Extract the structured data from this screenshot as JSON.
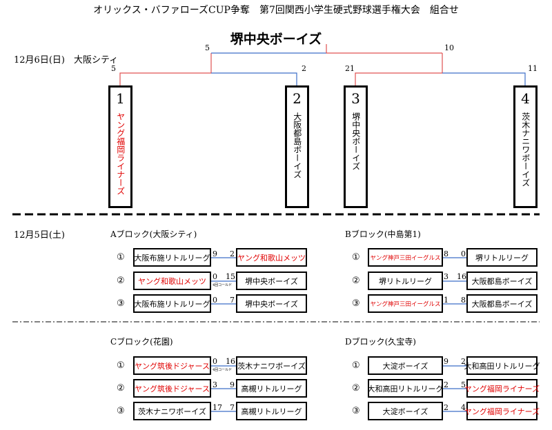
{
  "title": "オリックス・バファローズCUP争奪　第7回関西小学生硬式野球選手権大会　組合せ",
  "final": {
    "date": "12月6日(日)　大阪シティ",
    "champion": "堺中央ボーイズ",
    "scores": {
      "final_left": "5",
      "final_right": "10",
      "semi1_left": "5",
      "semi1_right": "2",
      "semi2_left": "21",
      "semi2_right": "11"
    },
    "teams": [
      {
        "num": "1",
        "name": "ヤング福岡ライナーズ",
        "highlight": true
      },
      {
        "num": "2",
        "name": "大阪都島ボーイズ",
        "highlight": false
      },
      {
        "num": "3",
        "name": "堺中央ボーイズ",
        "highlight": false
      },
      {
        "num": "4",
        "name": "茨木ナニワボーイズ",
        "highlight": false
      }
    ]
  },
  "prelim": {
    "date": "12月5日(土)",
    "blocks": [
      {
        "title": "Aブロック(大阪シティ)",
        "matches": [
          {
            "mark": "①",
            "left": "大阪布施リトルリーグ",
            "left_red": false,
            "ls": "9",
            "rs": "2",
            "note": "",
            "right": "ヤング和歌山メッツ",
            "right_red": true
          },
          {
            "mark": "②",
            "left": "ヤング和歌山メッツ",
            "left_red": true,
            "ls": "0",
            "rs": "15",
            "note": "4回コールド",
            "right": "堺中央ボーイズ",
            "right_red": false
          },
          {
            "mark": "③",
            "left": "大阪布施リトルリーグ",
            "left_red": false,
            "ls": "0",
            "rs": "7",
            "note": "",
            "right": "堺中央ボーイズ",
            "right_red": false
          }
        ]
      },
      {
        "title": "Bブロック(中島第1)",
        "matches": [
          {
            "mark": "①",
            "left": "ヤング神戸三田イーグルス",
            "left_red": true,
            "ls": "8",
            "rs": "0",
            "note": "",
            "right": "堺リトルリーグ",
            "right_red": false
          },
          {
            "mark": "②",
            "left": "堺リトルリーグ",
            "left_red": false,
            "ls": "3",
            "rs": "16",
            "note": "",
            "right": "大阪都島ボーイズ",
            "right_red": false
          },
          {
            "mark": "③",
            "left": "ヤング神戸三田イーグルス",
            "left_red": true,
            "ls": "1",
            "rs": "8",
            "note": "",
            "right": "大阪都島ボーイズ",
            "right_red": false
          }
        ]
      },
      {
        "title": "Cブロック(花園)",
        "matches": [
          {
            "mark": "①",
            "left": "ヤング筑後ドジャース",
            "left_red": true,
            "ls": "0",
            "rs": "16",
            "note": "4回コールド",
            "right": "茨木ナニワボーイズ",
            "right_red": false
          },
          {
            "mark": "②",
            "left": "ヤング筑後ドジャース",
            "left_red": true,
            "ls": "3",
            "rs": "9",
            "note": "",
            "right": "高槻リトルリーグ",
            "right_red": false
          },
          {
            "mark": "③",
            "left": "茨木ナニワボーイズ",
            "left_red": false,
            "ls": "17",
            "rs": "7",
            "note": "",
            "right": "高槻リトルリーグ",
            "right_red": false
          }
        ]
      },
      {
        "title": "Dブロック(久宝寺)",
        "matches": [
          {
            "mark": "①",
            "left": "大淀ボーイズ",
            "left_red": false,
            "ls": "9",
            "rs": "2",
            "note": "",
            "right": "大和高田リトルリーグ",
            "right_red": false
          },
          {
            "mark": "②",
            "left": "大和高田リトルリーグ",
            "left_red": false,
            "ls": "2",
            "rs": "5",
            "note": "",
            "right": "ヤング福岡ライナーズ",
            "right_red": true
          },
          {
            "mark": "③",
            "left": "大淀ボーイズ",
            "left_red": false,
            "ls": "2",
            "rs": "4",
            "note": "",
            "right": "ヤング福岡ライナーズ",
            "right_red": true
          }
        ]
      }
    ]
  },
  "colors": {
    "win_line": "#e05050",
    "lose_line": "#3c6ec8",
    "highlight_text": "#e00000"
  }
}
